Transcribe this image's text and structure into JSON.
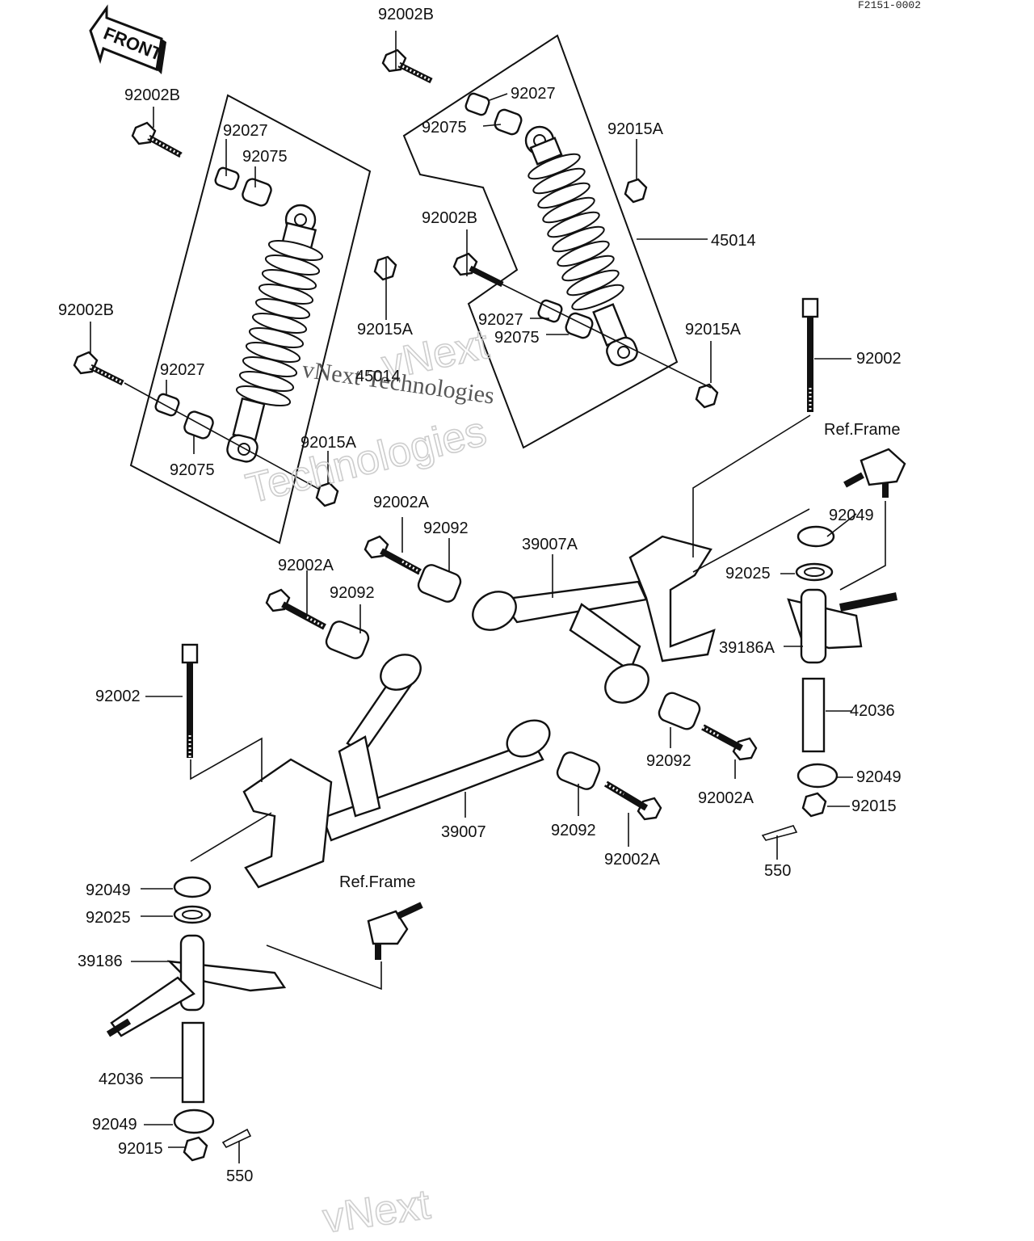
{
  "diagram_code": "F2151-0002",
  "front_arrow_label": "FRONT",
  "watermark": {
    "brand_top": "vNext",
    "brand_mid": "vNext Technologies",
    "outline_word": "Technologies",
    "brand_bottom": "vNext"
  },
  "callouts": {
    "c_92002B_top": "92002B",
    "c_92027_right_top": "92027",
    "c_92075_right_top": "92075",
    "c_92015A_right_top": "92015A",
    "c_45014_right": "45014",
    "c_92002B_mid_right": "92002B",
    "c_92027_right_low": "92027",
    "c_92075_right_low": "92075",
    "c_92015A_right_low": "92015A",
    "c_92002B_left_top": "92002B",
    "c_92027_left_top": "92027",
    "c_92075_left_top": "92075",
    "c_92015A_mid": "92015A",
    "c_92002B_left_mid": "92002B",
    "c_92027_left_low": "92027",
    "c_45014_left": "45014",
    "c_92075_left_low": "92075",
    "c_92015A_left_low": "92015A",
    "c_92002_right": "92002",
    "c_ref_frame_right": "Ref.Frame",
    "c_92049_right_top": "92049",
    "c_92025_right": "92025",
    "c_39186A": "39186A",
    "c_42036_right": "42036",
    "c_92049_right_low": "92049",
    "c_92015_right": "92015",
    "c_550_right": "550",
    "c_92002A_upper": "92002A",
    "c_92092_upper": "92092",
    "c_39007A": "39007A",
    "c_92002A_mid": "92002A",
    "c_92092_mid": "92092",
    "c_92092_right": "92092",
    "c_92002A_right": "92002A",
    "c_92002_left": "92002",
    "c_39007": "39007",
    "c_92092_low": "92092",
    "c_92002A_low": "92002A",
    "c_92049_left_top": "92049",
    "c_92025_left": "92025",
    "c_ref_frame_left": "Ref.Frame",
    "c_39186": "39186",
    "c_42036_left": "42036",
    "c_92049_left_low": "92049",
    "c_92015_left": "92015",
    "c_550_left": "550"
  }
}
